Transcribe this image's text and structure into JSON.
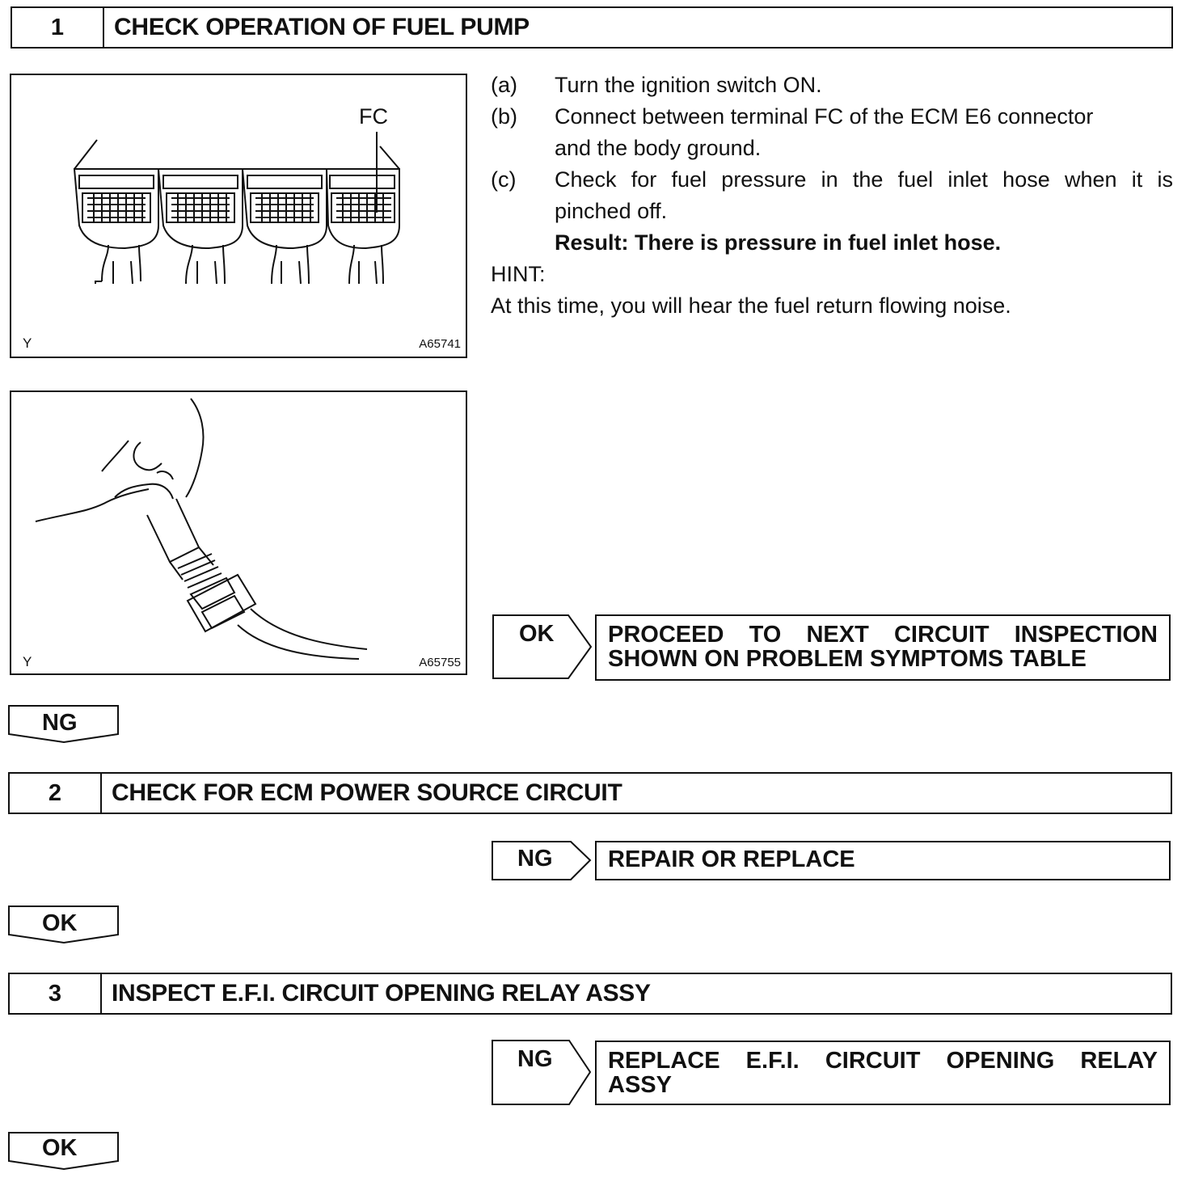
{
  "steps": [
    {
      "number": "1",
      "title": "CHECK OPERATION OF FUEL PUMP"
    },
    {
      "number": "2",
      "title": "CHECK FOR ECM POWER SOURCE CIRCUIT"
    },
    {
      "number": "3",
      "title": "INSPECT E.F.I. CIRCUIT OPENING RELAY ASSY"
    }
  ],
  "figure1": {
    "terminal_label": "FC",
    "corner_left": "Y",
    "code": "A65741"
  },
  "figure2": {
    "corner_left": "Y",
    "code": "A65755"
  },
  "instructions": [
    {
      "label": "(a)",
      "text": "Turn the ignition switch ON."
    },
    {
      "label": "(b)",
      "line1": "Connect between terminal FC of the ECM E6 connector",
      "line2": "and the body ground."
    },
    {
      "label": "(c)",
      "line1": "Check for fuel pressure in the fuel inlet hose when it is",
      "line2": "pinched off."
    }
  ],
  "result": "Result: There is pressure in fuel inlet hose.",
  "hint_label": "HINT:",
  "hint_text": "At this time, you will hear the fuel return flowing noise.",
  "branches": [
    {
      "tab": "OK",
      "line1": "PROCEED TO NEXT CIRCUIT INSPECTION",
      "line2": "SHOWN ON PROBLEM SYMPTOMS TABLE"
    },
    {
      "tab": "NG",
      "line1": "REPAIR OR REPLACE"
    },
    {
      "tab": "NG",
      "line1": "REPLACE E.F.I. CIRCUIT OPENING RELAY",
      "line2": "ASSY"
    }
  ],
  "down_tabs": [
    "NG",
    "OK",
    "OK"
  ]
}
